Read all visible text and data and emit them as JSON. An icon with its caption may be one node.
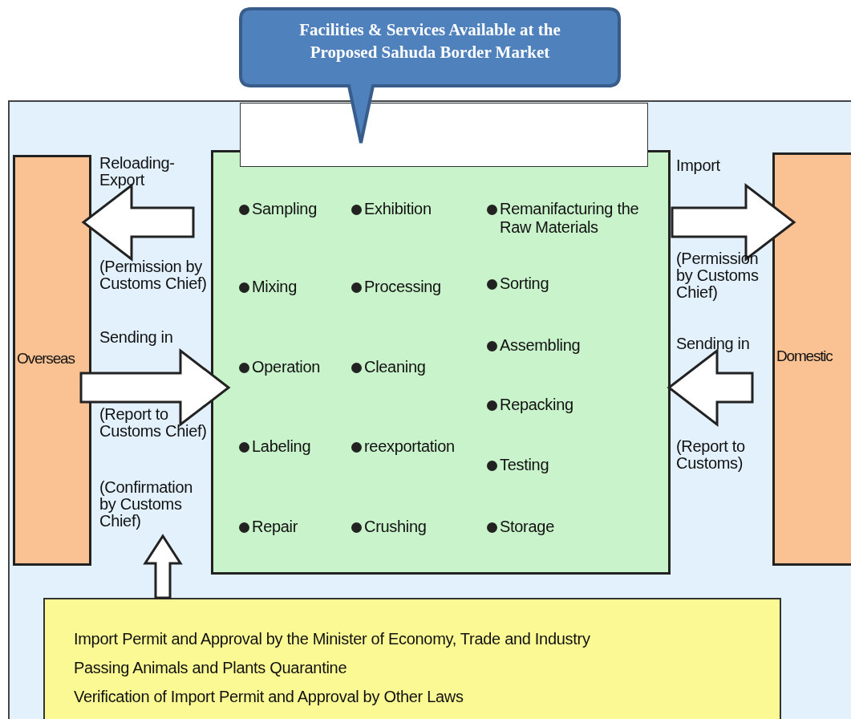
{
  "diagram": {
    "nodes": [
      {
        "text": [],
        "shape": "box"
      },
      {
        "text": [
          "Facilities & Services Available at the Proposed Sahuda Border Market"
        ]
      },
      {
        "text": [],
        "shape": "box",
        "in": 0
      },
      {
        "text": [
          "Overseas"
        ],
        "in": 0
      },
      {
        "text": [
          "Sampling",
          "Exhibition",
          "Remanifacturing the Raw Materials",
          "Mixing",
          "Processing",
          "Sorting",
          "Assembling",
          "Operation",
          "Cleaning",
          "Repacking",
          "Labeling",
          "reexportation",
          "Testing",
          "Repair",
          "Crushing",
          "Storage"
        ],
        "in": 0
      },
      {
        "text": [
          "Domestic"
        ],
        "in": 0
      },
      {
        "text": [
          "Import Permit and Approval by the Minister of Economy, Trade and Industry",
          "Passing Animals and Plants Quarantine",
          "Verification of Import Permit and Approval by Other Laws"
        ],
        "in": 0
      }
    ],
    "edges": [
      {
        "from": 4,
        "to": 3,
        "arrow": "to",
        "label": "Reloading-Export"
      },
      {
        "from": 3,
        "to": 4,
        "arrow": "to",
        "label": "Sending in"
      },
      {
        "from": 4,
        "to": 5,
        "arrow": "to",
        "label": "Import"
      },
      {
        "from": 5,
        "to": 4,
        "arrow": "to",
        "label": "Sending in"
      },
      {
        "from": 6,
        "to": null,
        "arrow": "to"
      }
    ],
    "labels": [
      "(Permission by Customs Chief)",
      "(Report to Customs Chief)",
      "(Confirmation by Customs Chief)",
      "(Permission by Customs Chief)",
      "(Report to Customs)"
    ]
  }
}
